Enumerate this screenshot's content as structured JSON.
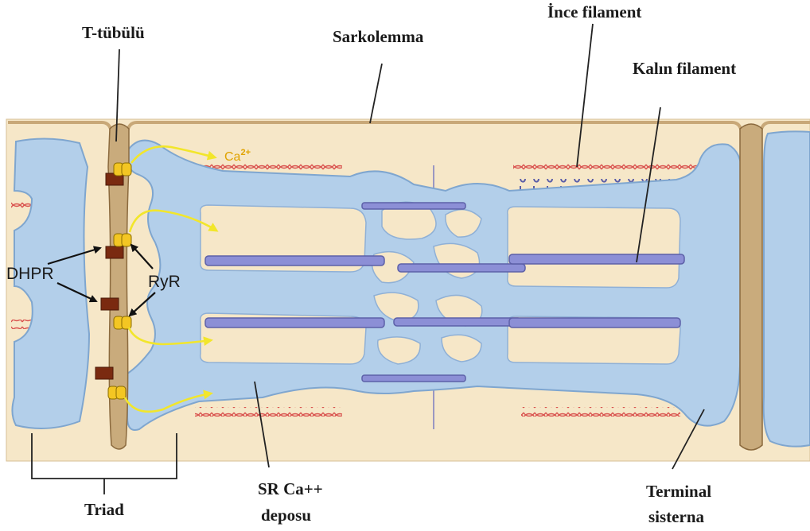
{
  "labels": {
    "t_tubule": "T-tübülü",
    "sarcolemma": "Sarkolemma",
    "thin_filament": "İnce filament",
    "thick_filament": "Kalın filament",
    "dhpr": "DHPR",
    "ryr": "RyR",
    "calcium": "Ca",
    "calcium_charge": "2+",
    "triad": "Triad",
    "sr_store_line1": "SR Ca++",
    "sr_store_line2": "deposu",
    "terminal_line1": "Terminal",
    "terminal_line2": "sisterna"
  },
  "colors": {
    "cytoplasm": "#f6e7c8",
    "sarcolemma": "#c8a878",
    "t_tubule": "#c9ab7c",
    "sarcoplasmic_reticulum": "#b3cfea",
    "thick_filament": "#8c8fd6",
    "thin_filament": "#d9534f",
    "dhpr": "#7a2a10",
    "ryr": "#f3c623",
    "ca_arrow": "#f2e62b",
    "ca_label": "#e0a300"
  }
}
